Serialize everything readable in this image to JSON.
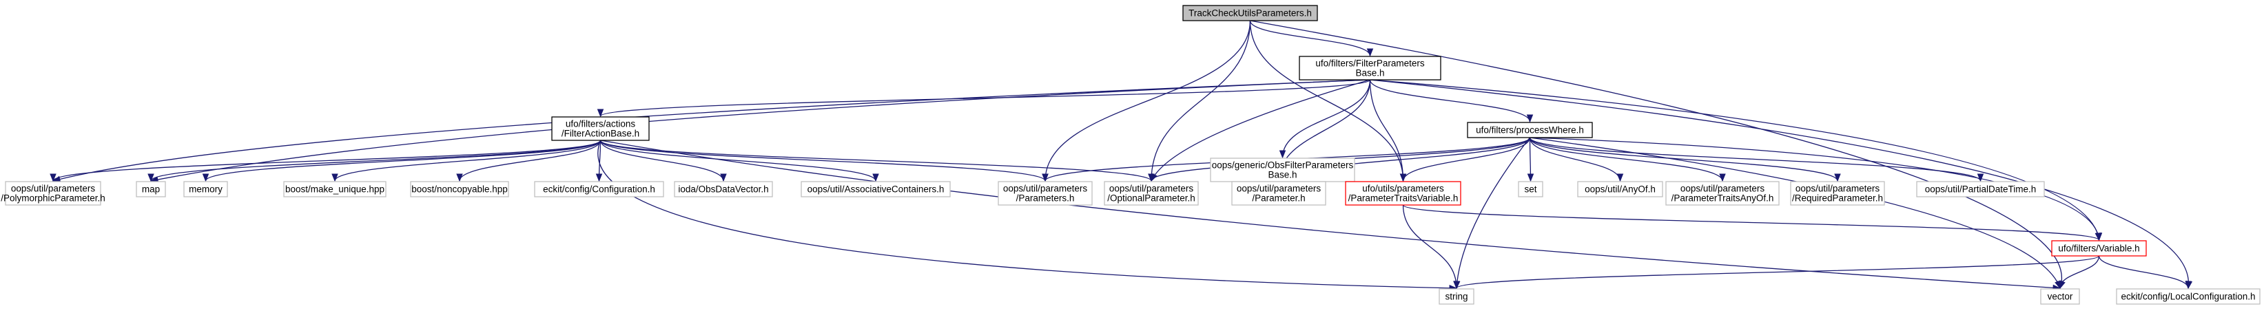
{
  "nodes": [
    {
      "id": "TrackCheckUtilsParameters",
      "lines": [
        "TrackCheckUtilsParameters.h"
      ],
      "style": "root",
      "link": false
    },
    {
      "id": "FilterParametersBase",
      "lines": [
        "ufo/filters/FilterParameters",
        "Base.h"
      ],
      "style": "normal",
      "link": true
    },
    {
      "id": "FilterActionBase",
      "lines": [
        "ufo/filters/actions",
        "/FilterActionBase.h"
      ],
      "style": "normal",
      "link": true
    },
    {
      "id": "ObsFilterParametersBase",
      "lines": [
        "oops/generic/ObsFilterParameters",
        "Base.h"
      ],
      "style": "external",
      "link": false
    },
    {
      "id": "processWhere",
      "lines": [
        "ufo/filters/processWhere.h"
      ],
      "style": "normal",
      "link": true
    },
    {
      "id": "PolymorphicParameter",
      "lines": [
        "oops/util/parameters",
        "/PolymorphicParameter.h"
      ],
      "style": "external",
      "link": false
    },
    {
      "id": "map",
      "lines": [
        "map"
      ],
      "style": "external",
      "link": false
    },
    {
      "id": "memory",
      "lines": [
        "memory"
      ],
      "style": "external",
      "link": false
    },
    {
      "id": "make_unique",
      "lines": [
        "boost/make_unique.hpp"
      ],
      "style": "external",
      "link": false
    },
    {
      "id": "noncopyable",
      "lines": [
        "boost/noncopyable.hpp"
      ],
      "style": "external",
      "link": false
    },
    {
      "id": "Configuration",
      "lines": [
        "eckit/config/Configuration.h"
      ],
      "style": "external",
      "link": false
    },
    {
      "id": "ObsDataVector",
      "lines": [
        "ioda/ObsDataVector.h"
      ],
      "style": "external",
      "link": false
    },
    {
      "id": "AssociativeContainers",
      "lines": [
        "oops/util/AssociativeContainers.h"
      ],
      "style": "external",
      "link": false
    },
    {
      "id": "Parameters",
      "lines": [
        "oops/util/parameters",
        "/Parameters.h"
      ],
      "style": "external",
      "link": false
    },
    {
      "id": "OptionalParameter",
      "lines": [
        "oops/util/parameters",
        "/OptionalParameter.h"
      ],
      "style": "external",
      "link": false
    },
    {
      "id": "Parameter",
      "lines": [
        "oops/util/parameters",
        "/Parameter.h"
      ],
      "style": "external",
      "link": false
    },
    {
      "id": "ParameterTraitsVariable",
      "lines": [
        "ufo/utils/parameters",
        "/ParameterTraitsVariable.h"
      ],
      "style": "highlight",
      "link": true
    },
    {
      "id": "set",
      "lines": [
        "set"
      ],
      "style": "external",
      "link": false
    },
    {
      "id": "AnyOf",
      "lines": [
        "oops/util/AnyOf.h"
      ],
      "style": "external",
      "link": false
    },
    {
      "id": "ParameterTraitsAnyOf",
      "lines": [
        "oops/util/parameters",
        "/ParameterTraitsAnyOf.h"
      ],
      "style": "external",
      "link": false
    },
    {
      "id": "RequiredParameter",
      "lines": [
        "oops/util/parameters",
        "/RequiredParameter.h"
      ],
      "style": "external",
      "link": false
    },
    {
      "id": "PartialDateTime",
      "lines": [
        "oops/util/PartialDateTime.h"
      ],
      "style": "external",
      "link": false
    },
    {
      "id": "Variable",
      "lines": [
        "ufo/filters/Variable.h"
      ],
      "style": "highlight",
      "link": true
    },
    {
      "id": "string",
      "lines": [
        "string"
      ],
      "style": "external",
      "link": false
    },
    {
      "id": "vector",
      "lines": [
        "vector"
      ],
      "style": "external",
      "link": false
    },
    {
      "id": "LocalConfiguration",
      "lines": [
        "eckit/config/LocalConfiguration.h"
      ],
      "style": "external",
      "link": false
    }
  ],
  "edges": [
    [
      "TrackCheckUtilsParameters",
      "FilterParametersBase"
    ],
    [
      "TrackCheckUtilsParameters",
      "Parameters"
    ],
    [
      "TrackCheckUtilsParameters",
      "OptionalParameter"
    ],
    [
      "TrackCheckUtilsParameters",
      "ParameterTraitsVariable"
    ],
    [
      "TrackCheckUtilsParameters",
      "vector"
    ],
    [
      "FilterParametersBase",
      "FilterActionBase"
    ],
    [
      "FilterParametersBase",
      "ObsFilterParametersBase"
    ],
    [
      "FilterParametersBase",
      "processWhere"
    ],
    [
      "FilterParametersBase",
      "PolymorphicParameter"
    ],
    [
      "FilterParametersBase",
      "map"
    ],
    [
      "FilterParametersBase",
      "OptionalParameter"
    ],
    [
      "FilterParametersBase",
      "Parameter"
    ],
    [
      "FilterParametersBase",
      "ParameterTraitsVariable"
    ],
    [
      "FilterParametersBase",
      "Variable"
    ],
    [
      "FilterParametersBase",
      "LocalConfiguration"
    ],
    [
      "FilterActionBase",
      "PolymorphicParameter"
    ],
    [
      "FilterActionBase",
      "map"
    ],
    [
      "FilterActionBase",
      "memory"
    ],
    [
      "FilterActionBase",
      "make_unique"
    ],
    [
      "FilterActionBase",
      "noncopyable"
    ],
    [
      "FilterActionBase",
      "Configuration"
    ],
    [
      "FilterActionBase",
      "ObsDataVector"
    ],
    [
      "FilterActionBase",
      "AssociativeContainers"
    ],
    [
      "FilterActionBase",
      "Parameters"
    ],
    [
      "FilterActionBase",
      "OptionalParameter"
    ],
    [
      "FilterActionBase",
      "string"
    ],
    [
      "FilterActionBase",
      "vector"
    ],
    [
      "processWhere",
      "Parameters"
    ],
    [
      "processWhere",
      "OptionalParameter"
    ],
    [
      "processWhere",
      "Parameter"
    ],
    [
      "processWhere",
      "ParameterTraitsVariable"
    ],
    [
      "processWhere",
      "set"
    ],
    [
      "processWhere",
      "AnyOf"
    ],
    [
      "processWhere",
      "ParameterTraitsAnyOf"
    ],
    [
      "processWhere",
      "RequiredParameter"
    ],
    [
      "processWhere",
      "PartialDateTime"
    ],
    [
      "processWhere",
      "Variable"
    ],
    [
      "processWhere",
      "string"
    ],
    [
      "processWhere",
      "vector"
    ],
    [
      "ParameterTraitsVariable",
      "Variable"
    ],
    [
      "ParameterTraitsVariable",
      "string"
    ],
    [
      "Variable",
      "string"
    ],
    [
      "Variable",
      "vector"
    ],
    [
      "Variable",
      "LocalConfiguration"
    ]
  ],
  "colors": {
    "root_fill": "#bfbfbf",
    "root_border": "#000000",
    "normal_border": "#000000",
    "external_border": "#bfbfbf",
    "highlight_border": "#ff0000",
    "edge": "#191970"
  }
}
